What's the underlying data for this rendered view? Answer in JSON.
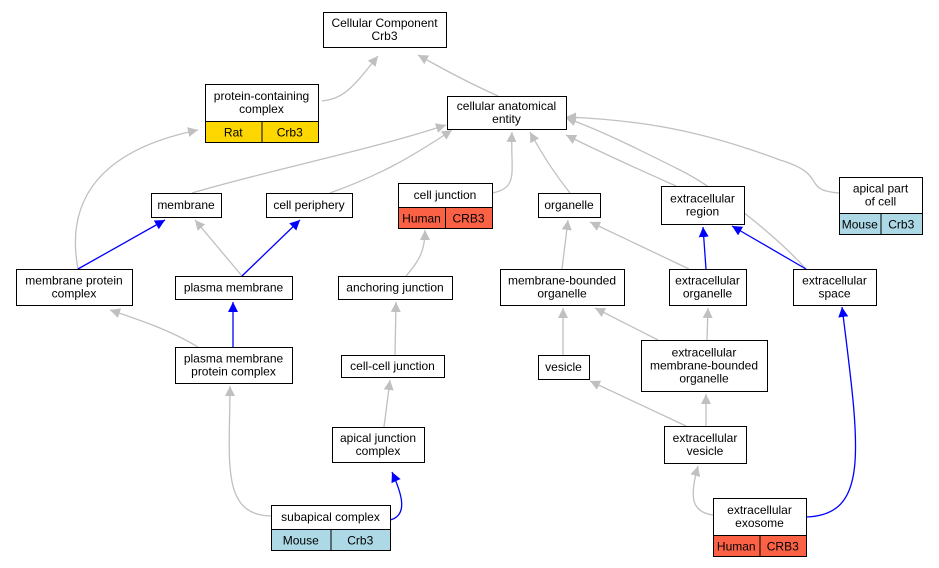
{
  "colors": {
    "gray_edge": "#c0c0c0",
    "blue_edge": "#0000ff",
    "rat": "#ffd700",
    "human": "#fa6145",
    "mouse": "#add8e6"
  },
  "nodes": {
    "root": {
      "lines": [
        "Cellular Component",
        "Crb3"
      ]
    },
    "protein_complex": {
      "lines": [
        "protein-containing",
        "complex"
      ],
      "species": "Rat",
      "gene": "Crb3"
    },
    "cae": {
      "lines": [
        "cellular anatomical",
        "entity"
      ]
    },
    "membrane": {
      "lines": [
        "membrane"
      ]
    },
    "cell_periphery": {
      "lines": [
        "cell periphery"
      ]
    },
    "cell_junction": {
      "lines": [
        "cell junction"
      ],
      "species": "Human",
      "gene": "CRB3"
    },
    "organelle": {
      "lines": [
        "organelle"
      ]
    },
    "extracellular_region": {
      "lines": [
        "extracellular",
        "region"
      ]
    },
    "apical_part": {
      "lines": [
        "apical part",
        "of cell"
      ],
      "species": "Mouse",
      "gene": "Crb3"
    },
    "membrane_protein_complex": {
      "lines": [
        "membrane protein",
        "complex"
      ]
    },
    "plasma_membrane": {
      "lines": [
        "plasma membrane"
      ]
    },
    "anchoring_junction": {
      "lines": [
        "anchoring junction"
      ]
    },
    "membrane_bounded_organelle": {
      "lines": [
        "membrane-bounded",
        "organelle"
      ]
    },
    "extracellular_organelle": {
      "lines": [
        "extracellular",
        "organelle"
      ]
    },
    "extracellular_space": {
      "lines": [
        "extracellular",
        "space"
      ]
    },
    "pm_protein_complex": {
      "lines": [
        "plasma membrane",
        "protein complex"
      ]
    },
    "cell_cell_junction": {
      "lines": [
        "cell-cell junction"
      ]
    },
    "vesicle": {
      "lines": [
        "vesicle"
      ]
    },
    "ec_mbo": {
      "lines": [
        "extracellular",
        "membrane-bounded",
        "organelle"
      ]
    },
    "apical_junction_complex": {
      "lines": [
        "apical junction",
        "complex"
      ]
    },
    "extracellular_vesicle": {
      "lines": [
        "extracellular",
        "vesicle"
      ]
    },
    "subapical_complex": {
      "lines": [
        "subapical complex"
      ],
      "species": "Mouse",
      "gene": "Crb3"
    },
    "extracellular_exosome": {
      "lines": [
        "extracellular",
        "exosome"
      ],
      "species": "Human",
      "gene": "CRB3"
    }
  },
  "edges": [
    {
      "from": "protein_complex",
      "to": "root",
      "color": "gray"
    },
    {
      "from": "cae",
      "to": "root",
      "color": "gray"
    },
    {
      "from": "membrane",
      "to": "cae",
      "color": "gray"
    },
    {
      "from": "cell_periphery",
      "to": "cae",
      "color": "gray"
    },
    {
      "from": "cell_junction",
      "to": "cae",
      "color": "gray"
    },
    {
      "from": "organelle",
      "to": "cae",
      "color": "gray"
    },
    {
      "from": "extracellular_region",
      "to": "cae",
      "color": "gray"
    },
    {
      "from": "apical_part",
      "to": "cae",
      "color": "gray"
    },
    {
      "from": "extracellular_space",
      "to": "cae",
      "color": "gray"
    },
    {
      "from": "membrane_protein_complex",
      "to": "protein_complex",
      "color": "gray"
    },
    {
      "from": "membrane_protein_complex",
      "to": "membrane",
      "color": "blue"
    },
    {
      "from": "plasma_membrane",
      "to": "membrane",
      "color": "gray"
    },
    {
      "from": "plasma_membrane",
      "to": "cell_periphery",
      "color": "blue"
    },
    {
      "from": "pm_protein_complex",
      "to": "membrane_protein_complex",
      "color": "gray"
    },
    {
      "from": "pm_protein_complex",
      "to": "plasma_membrane",
      "color": "blue"
    },
    {
      "from": "anchoring_junction",
      "to": "cell_junction",
      "color": "gray"
    },
    {
      "from": "cell_cell_junction",
      "to": "anchoring_junction",
      "color": "gray"
    },
    {
      "from": "apical_junction_complex",
      "to": "cell_cell_junction",
      "color": "gray"
    },
    {
      "from": "subapical_complex",
      "to": "apical_junction_complex",
      "color": "blue"
    },
    {
      "from": "subapical_complex",
      "to": "pm_protein_complex",
      "color": "gray"
    },
    {
      "from": "membrane_bounded_organelle",
      "to": "organelle",
      "color": "gray"
    },
    {
      "from": "extracellular_organelle",
      "to": "organelle",
      "color": "gray"
    },
    {
      "from": "extracellular_organelle",
      "to": "extracellular_region",
      "color": "blue"
    },
    {
      "from": "extracellular_space",
      "to": "extracellular_region",
      "color": "blue"
    },
    {
      "from": "vesicle",
      "to": "membrane_bounded_organelle",
      "color": "gray"
    },
    {
      "from": "ec_mbo",
      "to": "membrane_bounded_organelle",
      "color": "gray"
    },
    {
      "from": "ec_mbo",
      "to": "extracellular_organelle",
      "color": "gray"
    },
    {
      "from": "extracellular_vesicle",
      "to": "vesicle",
      "color": "gray"
    },
    {
      "from": "extracellular_vesicle",
      "to": "ec_mbo",
      "color": "gray"
    },
    {
      "from": "extracellular_exosome",
      "to": "extracellular_vesicle",
      "color": "gray"
    },
    {
      "from": "extracellular_exosome",
      "to": "extracellular_space",
      "color": "blue"
    }
  ]
}
